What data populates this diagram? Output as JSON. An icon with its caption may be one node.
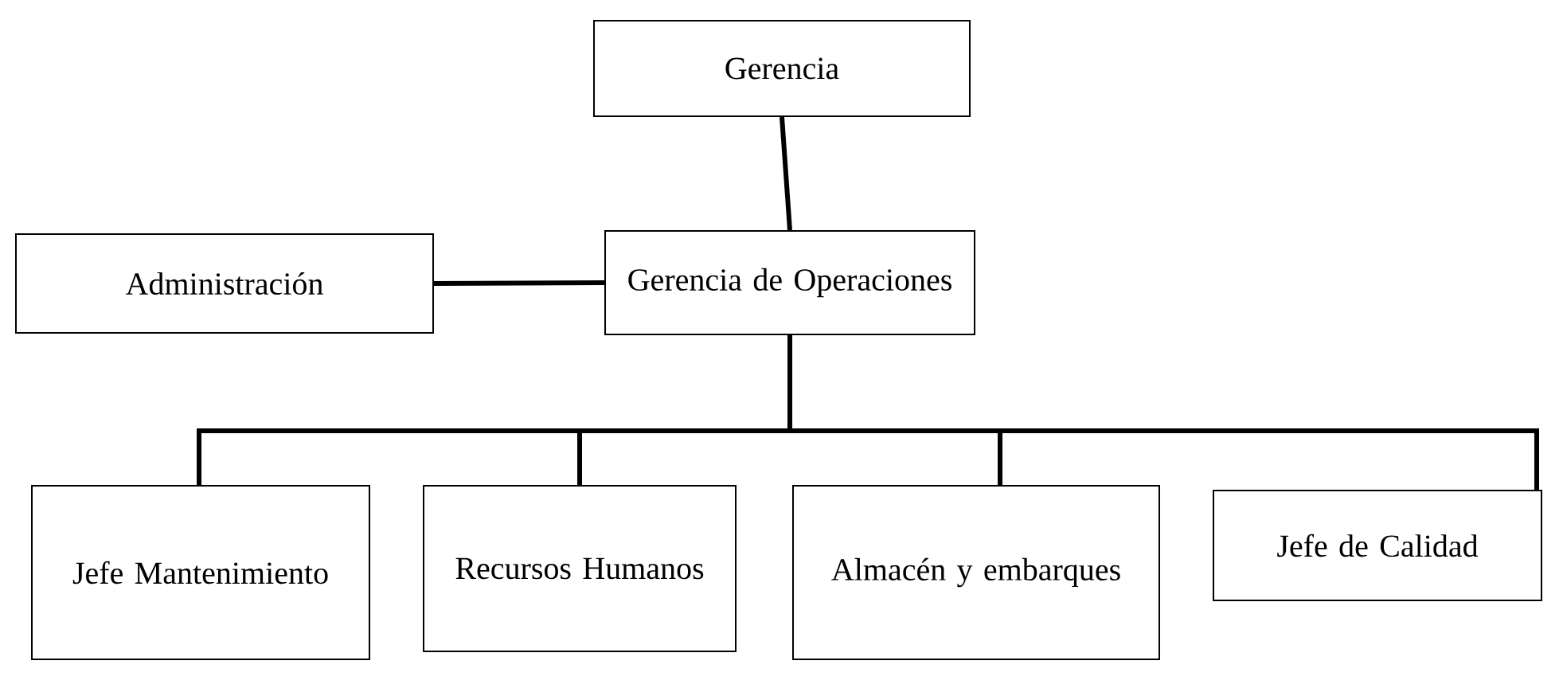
{
  "diagram": {
    "nodes": [
      {
        "text": [
          "Gerencia"
        ]
      },
      {
        "text": [
          "Administración"
        ]
      },
      {
        "text": [
          "Gerencia de Operaciones"
        ]
      },
      {
        "text": [
          "Jefe Mantenimiento"
        ]
      },
      {
        "text": [
          "Recursos Humanos"
        ]
      },
      {
        "text": [
          "Almacén y embarques"
        ]
      },
      {
        "text": [
          "Jefe de Calidad"
        ]
      }
    ],
    "edges": [
      {
        "from": 0,
        "to": 2,
        "arrow": "none"
      },
      {
        "from": 1,
        "to": 2,
        "arrow": "none"
      },
      {
        "from": 2,
        "to": 3,
        "arrow": "none"
      },
      {
        "from": 2,
        "to": 4,
        "arrow": "none"
      },
      {
        "from": 2,
        "to": 5,
        "arrow": "none"
      },
      {
        "from": 2,
        "to": 6,
        "arrow": "none"
      }
    ]
  }
}
